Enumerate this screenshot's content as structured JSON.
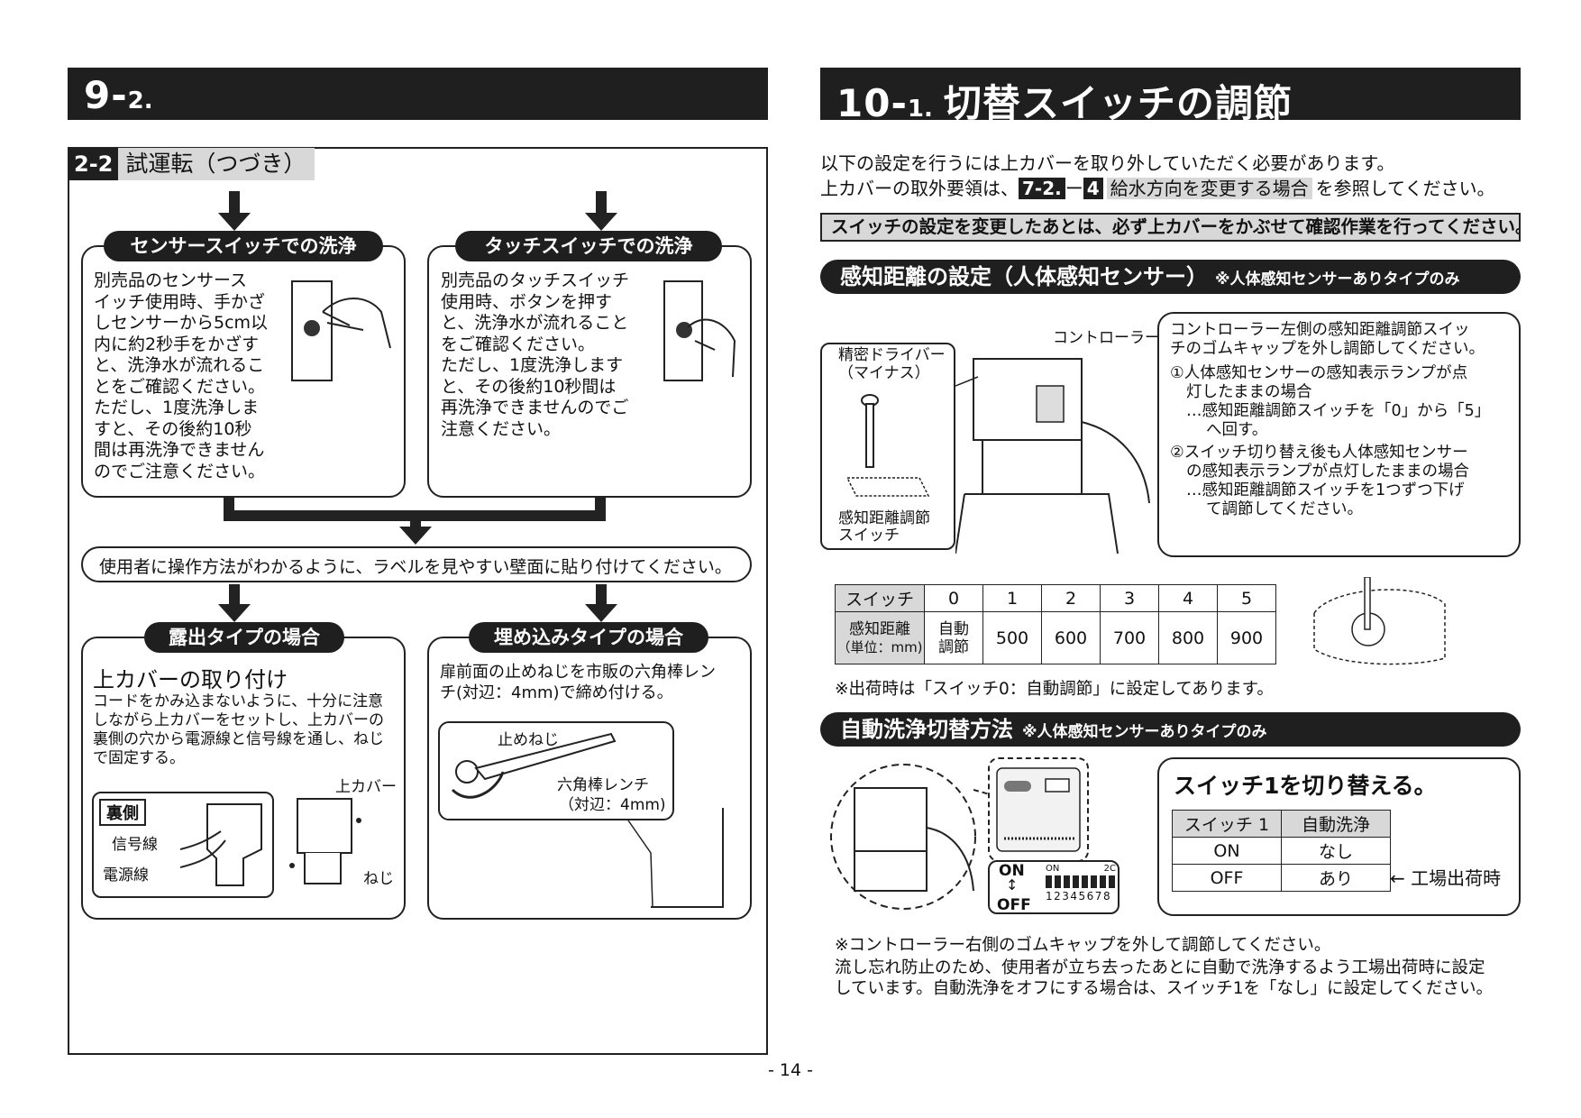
{
  "left": {
    "header_num": "9-",
    "header_sub": "2.",
    "section_badge": "2-2",
    "section_title": "試運転（つづき）",
    "sensor": {
      "title": "センサースイッチでの洗浄",
      "text": [
        "別売品のセンサース",
        "イッチ使用時、手かざ",
        "しセンサーから5cm以",
        "内に約2秒手をかざす",
        "と、洗浄水が流れるこ",
        "とをご確認ください。",
        "ただし、1度洗浄しま",
        "すと、その後約10秒",
        "間は再洗浄できません",
        "のでご注意ください。"
      ]
    },
    "touch": {
      "title": "タッチスイッチでの洗浄",
      "text": [
        "別売品のタッチスイッチ",
        "使用時、ボタンを押す",
        "と、洗浄水が流れること",
        "をご確認ください。",
        "ただし、1度洗浄します",
        "と、その後約10秒間は",
        "再洗浄できませんのでご",
        "注意ください。"
      ]
    },
    "label_note": "使用者に操作方法がわかるように、ラベルを見やすい壁面に貼り付けてください。",
    "exposed": {
      "title": "露出タイプの場合",
      "subtitle": "上カバーの取り付け",
      "text": [
        "コードをかみ込まないように、十分に注意",
        "しながら上カバーをセットし、上カバーの",
        "裏側の穴から電源線と信号線を通し、ねじ",
        "で固定する。"
      ],
      "back_label": "裏側",
      "signal_line": "信号線",
      "power_line": "電源線",
      "upper_cover": "上カバー",
      "screw": "ねじ"
    },
    "embedded": {
      "title": "埋め込みタイプの場合",
      "text": [
        "扉前面の止めねじを市販の六角棒レン",
        "チ(対辺：4mm)で締め付ける。"
      ],
      "set_screw": "止めねじ",
      "hex_wrench": "六角棒レンチ",
      "hex_size": "（対辺：4mm)"
    }
  },
  "right": {
    "header_num": "10-",
    "header_sub": "1.",
    "header_title": "切替スイッチの調節",
    "intro1": "以下の設定を行うには上カバーを取り外していただく必要があります。",
    "intro2_pre": "上カバーの取外要領は、",
    "ref_badge1": "7-2.",
    "ref_dash": "ー",
    "ref_badge2": "4",
    "ref_title": "給水方向を変更する場合",
    "intro2_post": "を参照してください。",
    "warning": "スイッチの設定を変更したあとは、必ず上カバーをかぶせて確認作業を行ってください。",
    "sensing": {
      "title": "感知距離の設定（人体感知センサー）",
      "title_note": "※人体感知センサーありタイプのみ",
      "controller": "コントローラー",
      "driver": "精密ドライバー",
      "driver2": "（マイナス）",
      "switch_label1": "感知距離調節",
      "switch_label2": "スイッチ",
      "box": [
        "コントローラー左側の感知距離調節スイッ",
        "チのゴムキャップを外し調節してください。"
      ],
      "item1": [
        "①人体感知センサーの感知表示ランプが点",
        "灯したままの場合"
      ],
      "item1_sub": [
        "…感知距離調節スイッチを「0」から「5」",
        "へ回す。"
      ],
      "item2": [
        "②スイッチ切り替え後も人体感知センサー",
        "の感知表示ランプが点灯したままの場合"
      ],
      "item2_sub": [
        "…感知距離調節スイッチを1つずつ下げ",
        "て調節してください。"
      ],
      "table_head": [
        "スイッチ",
        "0",
        "1",
        "2",
        "3",
        "4",
        "5"
      ],
      "row_label1": "感知距離",
      "row_label2": "（単位：mm)",
      "auto1": "自動",
      "auto2": "調節",
      "row_values": [
        "500",
        "600",
        "700",
        "800",
        "900"
      ],
      "factory_note": "※出荷時は「スイッチ0：自動調節」に設定してあります。"
    },
    "auto": {
      "title": "自動洗浄切替方法",
      "title_note": "※人体感知センサーありタイプのみ",
      "on": "ON",
      "off": "OFF",
      "dip_on": "ON",
      "dip_2c": "2C",
      "dip_nums": "12345678",
      "box_title": "スイッチ1を切り替える。",
      "table_head": [
        "スイッチ 1",
        "自動洗浄"
      ],
      "rows": [
        [
          "ON",
          "なし"
        ],
        [
          "OFF",
          "あり"
        ]
      ],
      "factory_arrow": "← 工場出荷時",
      "note": "※コントローラー右側のゴムキャップを外して調節してください。",
      "desc": [
        "流し忘れ防止のため、使用者が立ち去ったあとに自動で洗浄するよう工場出荷時に設定",
        "しています。自動洗浄をオフにする場合は、スイッチ1を「なし」に設定してください。"
      ]
    }
  },
  "page_number": "- 14 -"
}
